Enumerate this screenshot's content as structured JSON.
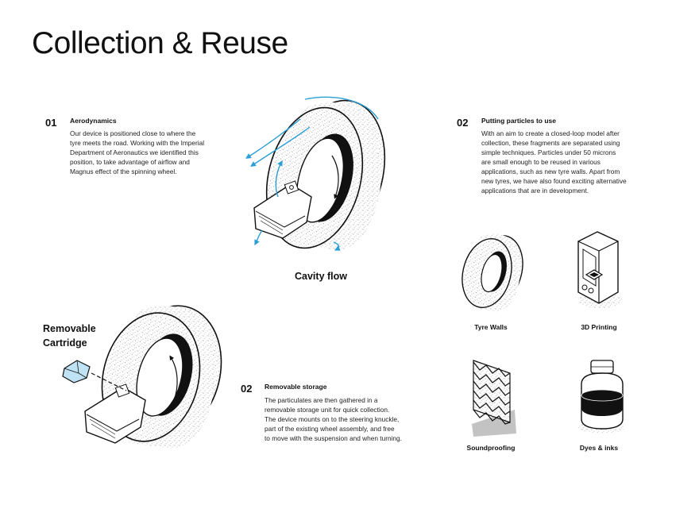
{
  "title": "Collection & Reuse",
  "colors": {
    "accent": "#2a9fd6",
    "ink": "#111111",
    "texture": "#8a8a8a"
  },
  "sections": {
    "aerodynamics": {
      "number": "01",
      "heading": "Aerodynamics",
      "lines": [
        "Our device is positioned close to where the",
        "tyre meets the road. Working with the Imperial",
        "Department of Aeronautics we identified this",
        "position, to take advantage of airflow and",
        "Magnus effect of the spinning wheel."
      ]
    },
    "particles": {
      "number": "02",
      "heading": "Putting particles to use",
      "lines": [
        "With an aim to create a closed-loop model after",
        "collection, these fragments are separated using",
        "simple techniques. Particles under 50 microns",
        "are small enough to be reused in various",
        "applications, such as new tyre walls. Apart from",
        "new tyres, we have also found exciting alternative",
        "applications that are in development."
      ]
    },
    "storage": {
      "number": "02",
      "heading": "Removable storage",
      "lines": [
        "The particulates are then gathered in a",
        "removable storage unit for quick collection.",
        "The device mounts on to the steering knuckle,",
        "part of the existing wheel assembly, and free",
        "to move with the suspension and when turning."
      ]
    }
  },
  "captions": {
    "cavity_flow": "Cavity flow",
    "cartridge_line1": "Removable",
    "cartridge_line2": "Cartridge"
  },
  "applications": [
    {
      "label": "Tyre Walls",
      "icon": "tyre-wall-icon"
    },
    {
      "label": "3D Printing",
      "icon": "3d-printer-icon"
    },
    {
      "label": "Soundproofing",
      "icon": "soundproofing-panel-icon"
    },
    {
      "label": "Dyes & inks",
      "icon": "ink-jar-icon"
    }
  ]
}
